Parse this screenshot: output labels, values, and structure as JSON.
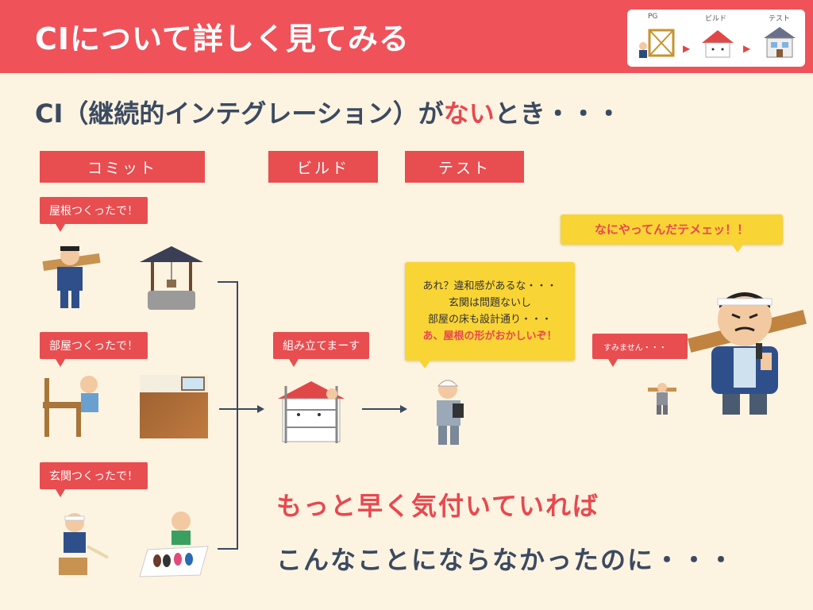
{
  "header": {
    "title": "CIについて詳しく見てみる",
    "flow_labels": [
      "PG",
      "ビルド",
      "テスト"
    ]
  },
  "subtitle": {
    "part1": "CI（継続的インテグレーション）が",
    "part2": "ない",
    "part3": "とき・・・"
  },
  "stages": {
    "commit": "コミット",
    "build": "ビルド",
    "test": "テスト"
  },
  "bubbles": {
    "roof": "屋根つくったで！",
    "room": "部屋つくったで！",
    "entrance": "玄関つくったで！",
    "assemble": "組み立てまーす",
    "angry": "なにやってんだテメェッ！！",
    "sorry": "すみません・・・"
  },
  "inspector": {
    "lines": [
      "あれ？違和感があるな・・・",
      "玄関は問題ないし",
      "部屋の床も設計通り・・・"
    ],
    "alert": "あ、屋根の形がおかしいぞ！"
  },
  "bottom": {
    "line1": "もっと早く気付いていれば",
    "line2": "こんなことにならなかったのに・・・"
  },
  "colors": {
    "header": "#f0525a",
    "accent": "#e84d50",
    "text": "#3b4a60",
    "background": "#fdf3e1",
    "note": "#f9d435"
  }
}
